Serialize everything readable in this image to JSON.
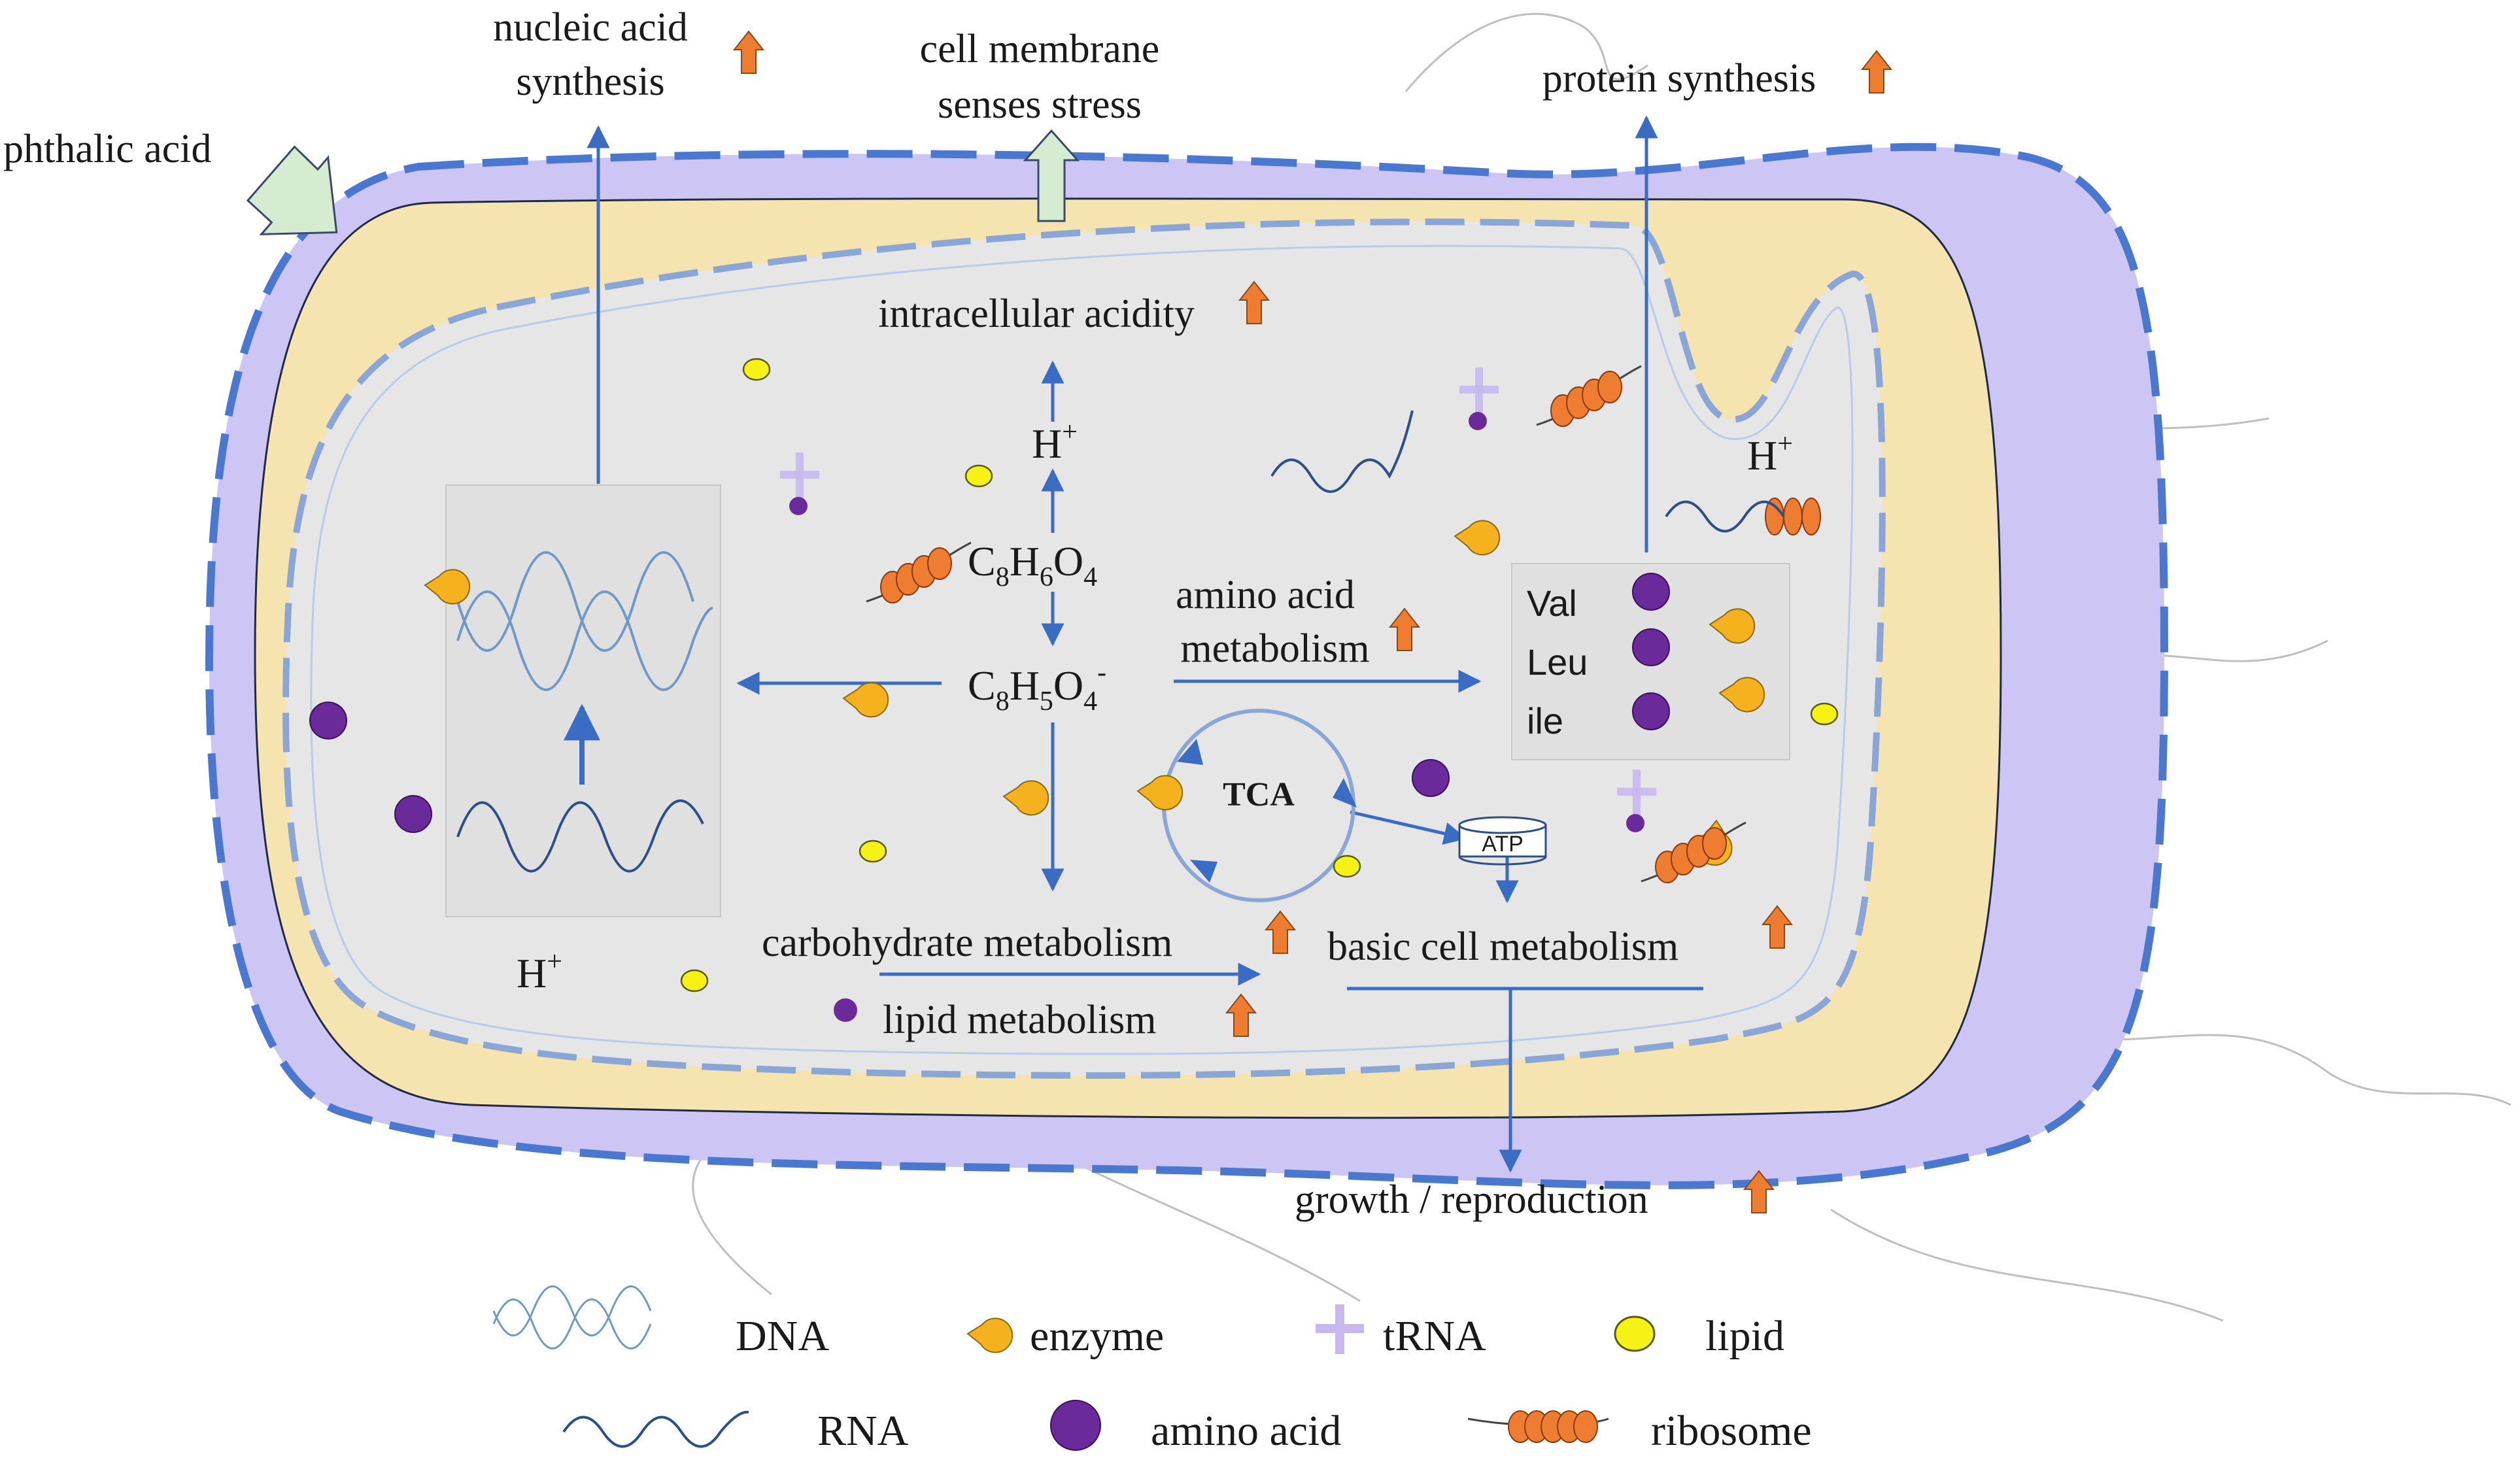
{
  "labels": {
    "nucleic_acid_line1": "nucleic acid",
    "nucleic_acid_line2": "synthesis",
    "membrane_line1": "cell membrane",
    "membrane_line2": "senses stress",
    "protein_synthesis": "protein synthesis",
    "phthalic_acid": "phthalic acid",
    "intracellular_acidity": "intracellular acidity",
    "h_plus_top": "H",
    "h_plus_right": "H",
    "h_plus_bottom": "H",
    "charge_plus": "+",
    "charge_minus": "-",
    "amino_acid_line1": "amino acid",
    "amino_acid_line2": "metabolism",
    "tca": "TCA",
    "atp": "ATP",
    "carbohydrate_metabolism": "carbohydrate metabolism",
    "lipid_metabolism": "lipid metabolism",
    "basic_cell_metabolism": "basic cell metabolism",
    "growth_reproduction": "growth / reproduction",
    "val": "Val",
    "leu": "Leu",
    "ile": "ile"
  },
  "formulas": {
    "phthalic": {
      "c": "C",
      "c_sub": "8",
      "h": "H",
      "h_sub": "6",
      "o": "O",
      "o_sub": "4"
    },
    "phthalate": {
      "c": "C",
      "c_sub": "8",
      "h": "H",
      "h_sub": "5",
      "o": "O",
      "o_sub": "4"
    }
  },
  "legend": {
    "dna": "DNA",
    "enzyme": "enzyme",
    "trna": "tRNA",
    "lipid": "lipid",
    "rna": "RNA",
    "amino_acid": "amino acid",
    "ribosome": "ribosome"
  },
  "colors": {
    "outer_membrane": "#cdc6f5",
    "periplasm": "#f5e4b0",
    "cytoplasm": "#e6e6e6",
    "dashed_membrane": "#4a78d0",
    "arrow": "#3b6cc4",
    "up_arrow": "#ee7d31",
    "enzyme": "#f5b21e",
    "lipid": "#f6f215",
    "amino_acid": "#6a2a9a",
    "ribosome": "#ee7d31",
    "trna": "#b9a8e8",
    "membrane_stress_arrow": "#d6ecd0"
  },
  "icons": {
    "increase": "orange-up-arrow-icon",
    "dna": "double-helix-icon",
    "rna": "wave-strand-icon",
    "enzyme": "pacman-enzyme-icon",
    "lipid": "yellow-oval-icon",
    "amino_acid": "purple-circle-icon",
    "trna": "cross-trna-icon",
    "ribosome": "bead-chain-icon"
  }
}
